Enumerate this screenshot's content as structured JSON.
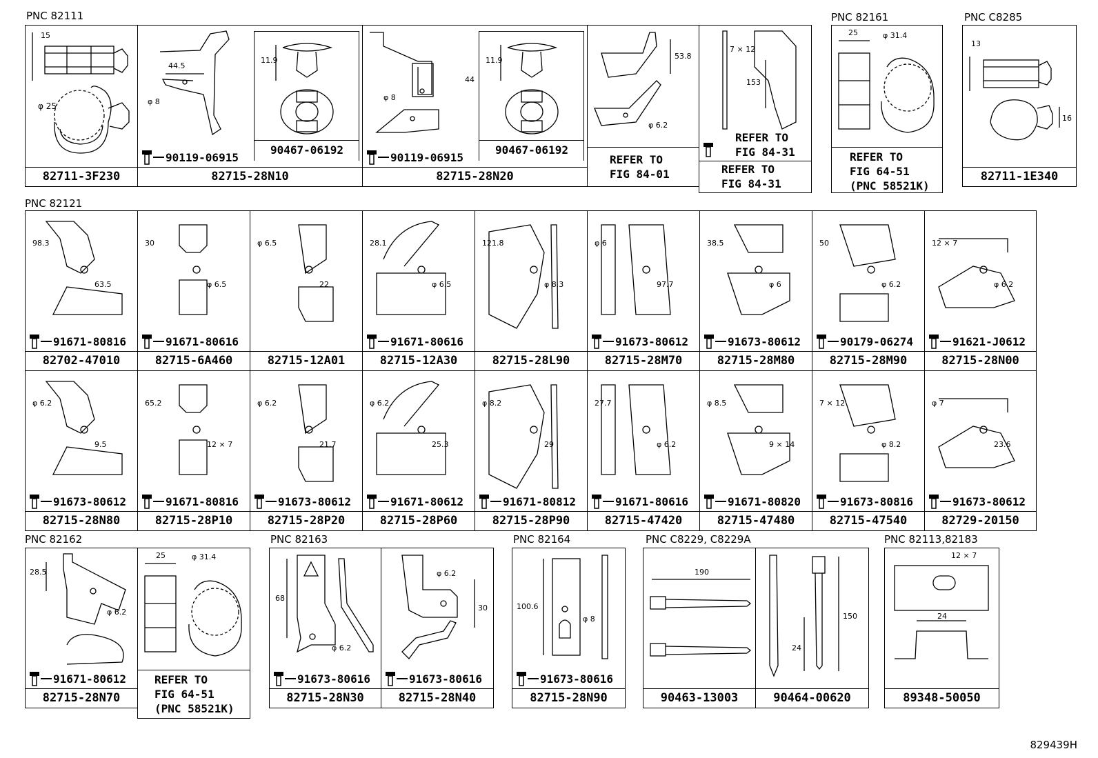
{
  "pnc_labels": {
    "g1": "PNC 82111",
    "g2": "PNC 82161",
    "g3": "PNC C8285",
    "g4": "PNC 82121",
    "g5": "PNC 82162",
    "g6": "PNC 82163",
    "g7": "PNC 82164",
    "g8": "PNC C8229, C8229A",
    "g9": "PNC 82113,82183"
  },
  "row1": {
    "c1": {
      "part": "82711-3F230",
      "dims": [
        "15",
        "φ 25"
      ]
    },
    "c2": {
      "part": "82715-28N10",
      "bolt": "90119-06915",
      "clip": "90467-06192",
      "dims": [
        "44.5",
        "φ 8",
        "11.9"
      ]
    },
    "c3": {
      "part": "82715-28N20",
      "bolt": "90119-06915",
      "clip": "90467-06192",
      "dims": [
        "44",
        "φ 8",
        "11.9"
      ]
    },
    "c4": {
      "refer": "REFER TO\nFIG 84-01",
      "dims": [
        "53.8",
        "φ 6.2"
      ]
    },
    "c5": {
      "refer_top": "REFER TO\nFIG 84-31",
      "refer_bottom": "REFER TO\nFIG 84-31",
      "dims": [
        "7 × 12",
        "153"
      ]
    },
    "c6": {
      "refer": "REFER TO\nFIG 64-51\n(PNC 58521K)",
      "dims": [
        "25",
        "φ 31.4"
      ]
    },
    "c7": {
      "part": "82711-1E340",
      "dims": [
        "13",
        "16"
      ]
    }
  },
  "row2": [
    {
      "part": "82702-47010",
      "bolt": "91671-80816",
      "dims": [
        "98.3",
        "63.5"
      ]
    },
    {
      "part": "82715-6A460",
      "bolt": "91671-80616",
      "dims": [
        "30",
        "φ 6.5"
      ]
    },
    {
      "part": "82715-12A01",
      "bolt": "",
      "dims": [
        "φ 6.5",
        "22"
      ]
    },
    {
      "part": "82715-12A30",
      "bolt": "91671-80616",
      "dims": [
        "28.1",
        "φ 6.5"
      ]
    },
    {
      "part": "82715-28L90",
      "bolt": "",
      "dims": [
        "121.8",
        "φ 8.3"
      ]
    },
    {
      "part": "82715-28M70",
      "bolt": "91673-80612",
      "dims": [
        "φ 6",
        "97.7"
      ]
    },
    {
      "part": "82715-28M80",
      "bolt": "91673-80612",
      "dims": [
        "38.5",
        "φ 6"
      ]
    },
    {
      "part": "82715-28M90",
      "bolt": "90179-06274",
      "dims": [
        "50",
        "φ 6.2"
      ]
    },
    {
      "part": "82715-28N00",
      "bolt": "91621-J0612",
      "dims": [
        "12 × 7",
        "φ 6.2"
      ]
    }
  ],
  "row3": [
    {
      "part": "82715-28N80",
      "bolt": "91673-80612",
      "dims": [
        "φ 6.2",
        "9.5"
      ]
    },
    {
      "part": "82715-28P10",
      "bolt": "91671-80816",
      "dims": [
        "65.2",
        "12 × 7"
      ]
    },
    {
      "part": "82715-28P20",
      "bolt": "91673-80612",
      "dims": [
        "φ 6.2",
        "21.7"
      ]
    },
    {
      "part": "82715-28P60",
      "bolt": "91671-80612",
      "dims": [
        "φ 6.2",
        "25.3"
      ]
    },
    {
      "part": "82715-28P90",
      "bolt": "91671-80812",
      "dims": [
        "φ 8.2",
        "29"
      ]
    },
    {
      "part": "82715-47420",
      "bolt": "91671-80616",
      "dims": [
        "27.7",
        "φ 6.2"
      ]
    },
    {
      "part": "82715-47480",
      "bolt": "91671-80820",
      "dims": [
        "φ 8.5",
        "9 × 14"
      ]
    },
    {
      "part": "82715-47540",
      "bolt": "91673-80816",
      "dims": [
        "7 × 12",
        "φ 8.2"
      ]
    },
    {
      "part": "82729-20150",
      "bolt": "91673-80612",
      "dims": [
        "φ 7",
        "23.6"
      ]
    }
  ],
  "row4": {
    "c1": {
      "part": "82715-28N70",
      "bolt": "91671-80612",
      "dims": [
        "28.5",
        "φ 6.2"
      ]
    },
    "c2": {
      "refer": "REFER TO\nFIG 64-51\n(PNC 58521K)",
      "dims": [
        "25",
        "φ 31.4"
      ]
    },
    "c3": {
      "part": "82715-28N30",
      "bolt": "91673-80616",
      "dims": [
        "68",
        "φ 6.2"
      ]
    },
    "c4": {
      "part": "82715-28N40",
      "bolt": "91673-80616",
      "dims": [
        "φ 6.2",
        "30"
      ]
    },
    "c5": {
      "part": "82715-28N90",
      "bolt": "91673-80616",
      "dims": [
        "100.6",
        "φ 8"
      ]
    },
    "c6": {
      "part": "90463-13003",
      "dims": [
        "190"
      ]
    },
    "c7": {
      "part": "90464-00620",
      "dims": [
        "150",
        "24"
      ]
    },
    "c8": {
      "part": "89348-50050",
      "dims": [
        "12 × 7",
        "24"
      ]
    }
  },
  "drawing_id": "829439H"
}
